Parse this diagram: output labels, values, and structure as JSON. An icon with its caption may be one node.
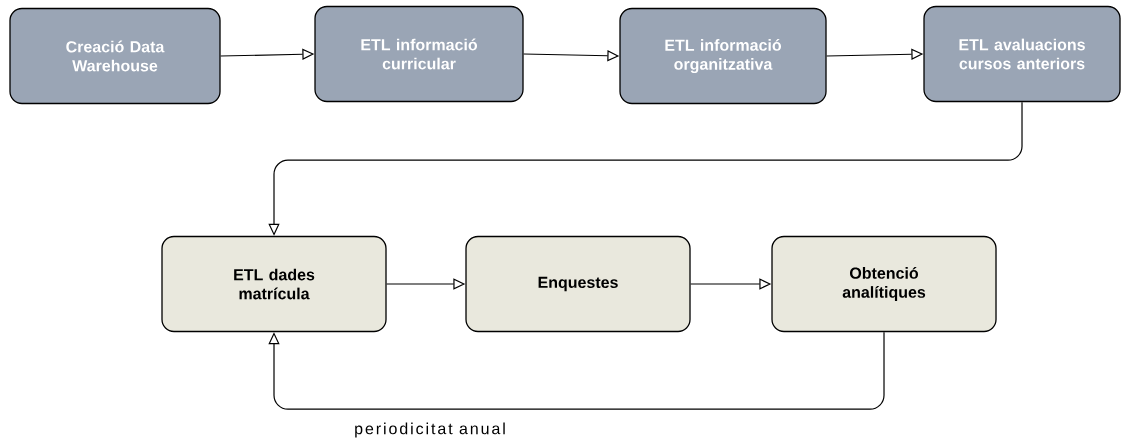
{
  "diagram": {
    "nodes": [
      {
        "text": [
          "Creació Data Warehouse"
        ]
      },
      {
        "text": [
          "ETL informació curricular"
        ]
      },
      {
        "text": [
          "ETL informació organitzativa"
        ]
      },
      {
        "text": [
          "ETL avaluacions cursos anteriors"
        ]
      },
      {
        "text": [
          "ETL dades matrícula"
        ]
      },
      {
        "text": [
          "Enquestes"
        ]
      },
      {
        "text": [
          "Obtenció analítiques"
        ]
      }
    ],
    "edges": [
      {
        "from": 0,
        "to": 1,
        "arrow": "to"
      },
      {
        "from": 1,
        "to": 2,
        "arrow": "to"
      },
      {
        "from": 2,
        "to": 3,
        "arrow": "to"
      },
      {
        "from": 3,
        "to": 4,
        "arrow": "to"
      },
      {
        "from": 4,
        "to": 5,
        "arrow": "to"
      },
      {
        "from": 5,
        "to": 6,
        "arrow": "to"
      },
      {
        "from": 6,
        "to": 4,
        "arrow": "to",
        "label": "periodicitat anual"
      }
    ]
  }
}
